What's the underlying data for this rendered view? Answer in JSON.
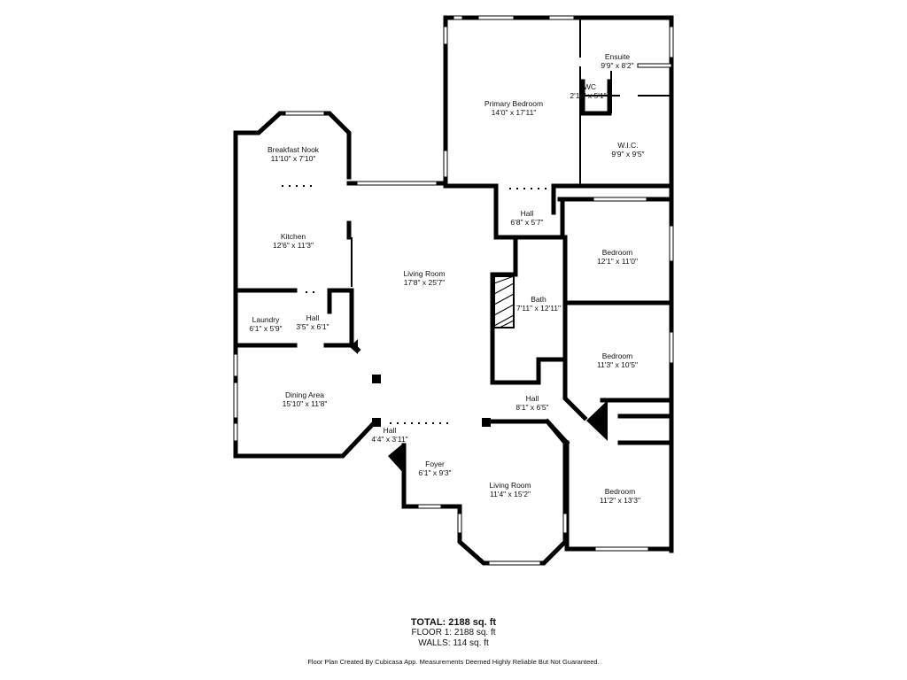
{
  "rooms": {
    "primary_bedroom": {
      "name": "Primary Bedroom",
      "dims": "14'0\" x 17'11\""
    },
    "ensuite": {
      "name": "Ensuite",
      "dims": "9'9\" x 8'2\""
    },
    "wc": {
      "name": "WC",
      "dims": "2'11\" x 5'1\""
    },
    "wic": {
      "name": "W.I.C.",
      "dims": "9'9\" x 9'5\""
    },
    "breakfast_nook": {
      "name": "Breakfast Nook",
      "dims": "11'10\" x 7'10\""
    },
    "kitchen": {
      "name": "Kitchen",
      "dims": "12'6\" x 11'3\""
    },
    "hall_top": {
      "name": "Hall",
      "dims": "6'8\" x 5'7\""
    },
    "bedroom_1": {
      "name": "Bedroom",
      "dims": "12'1\" x 11'0\""
    },
    "living_room": {
      "name": "Living Room",
      "dims": "17'8\" x 25'7\""
    },
    "bath": {
      "name": "Bath",
      "dims": "7'11\" x 12'11\""
    },
    "laundry": {
      "name": "Laundry",
      "dims": "6'1\" x 5'9\""
    },
    "hall_small": {
      "name": "Hall",
      "dims": "3'5\" x 6'1\""
    },
    "bedroom_2": {
      "name": "Bedroom",
      "dims": "11'3\" x 10'5\""
    },
    "dining_area": {
      "name": "Dining Area",
      "dims": "15'10\" x 11'8\""
    },
    "hall_center": {
      "name": "Hall",
      "dims": "8'1\" x 6'5\""
    },
    "hall_foyer": {
      "name": "Hall",
      "dims": "4'4\" x 3'11\""
    },
    "foyer": {
      "name": "Foyer",
      "dims": "6'1\" x 9'3\""
    },
    "living_room_2": {
      "name": "Living Room",
      "dims": "11'4\" x 15'2\""
    },
    "bedroom_3": {
      "name": "Bedroom",
      "dims": "11'2\" x 13'3\""
    }
  },
  "totals": {
    "total": "TOTAL: 2188 sq. ft",
    "floor1": "FLOOR 1: 2188 sq. ft",
    "walls": "WALLS: 114 sq. ft"
  },
  "disclaimer": "Floor Plan Created By Cubicasa App. Measurements Deemed Highly Reliable But Not Guaranteed."
}
